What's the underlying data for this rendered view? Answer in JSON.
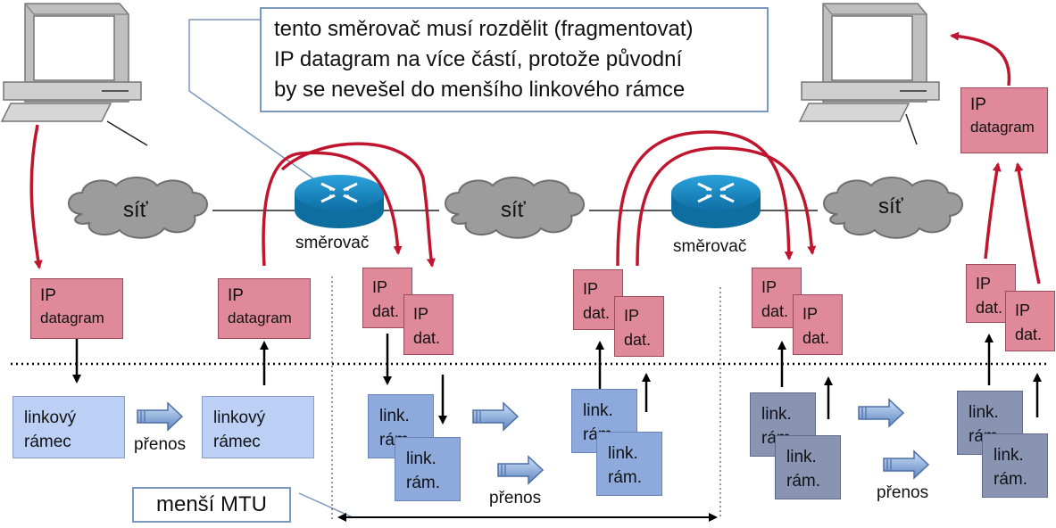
{
  "callout_text": [
    "tento směrovač musí rozdělit (fragmentovat)",
    "IP datagram na více částí, protože původní",
    "by se nevešel do menšího linkového rámce"
  ],
  "mtu_label": "menší MTU",
  "cloud_label": "síť",
  "router_label": "směrovač",
  "transfer_label": "přenos",
  "ip_datagram": {
    "line1": "IP",
    "line2": "datagram"
  },
  "ip_fragment": {
    "line1": "IP",
    "line2": "dat."
  },
  "link_frame": {
    "line1": "linkový",
    "line2": "rámec"
  },
  "link_fragment": {
    "line1": "link.",
    "line2": "rám."
  },
  "colors": {
    "ip": "#e0899b",
    "link_light": "#bcd0f5",
    "link_mid": "#8eaadc",
    "link_dark": "#8994b3",
    "flow_arrow": "#c0152f",
    "router": "#1d8fc8",
    "callout_border": "#7a97bd"
  }
}
